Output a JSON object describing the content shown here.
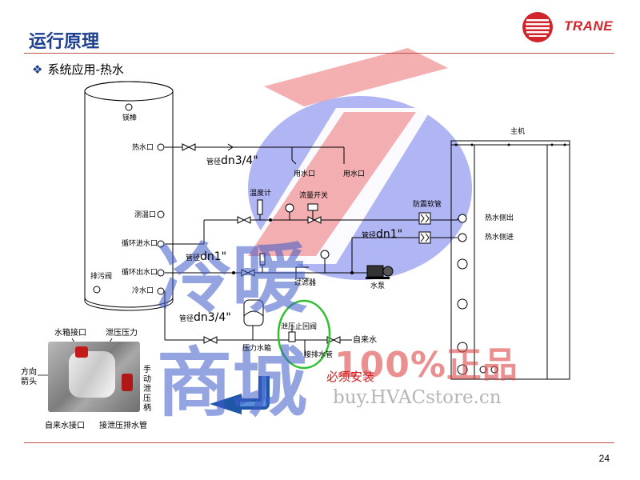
{
  "slide": {
    "title": "运行原理",
    "subtitle_bullet": "❖",
    "subtitle": "系统应用-热水",
    "page_number": "24",
    "brand": "TRANE"
  },
  "tank": {
    "magnesium_rod": "镁棒",
    "hot_water_outlet": "热水口",
    "temp_port": "测温口",
    "circ_inlet": "循环进水口",
    "circ_outlet": "循环出水口",
    "cold_water_inlet": "冷水口",
    "drain_valve": "排污阀"
  },
  "pipes": {
    "hot_pipe_prefix": "管径",
    "hot_pipe_size": "dn3/4\"",
    "circ_pipe_prefix": "管径",
    "circ_pipe_size": "dn1\"",
    "return_pipe_prefix": "管径",
    "return_pipe_size": "dn1\"",
    "cold_pipe_prefix": "管径",
    "cold_pipe_size": "dn3/4\"",
    "use_water_1": "用水口",
    "use_water_2": "用水口",
    "thermometer": "温度计",
    "flow_switch": "流量开关",
    "flex_hose": "防震软管",
    "filter": "过滤器",
    "pump": "水泵",
    "pressure_tank": "压力水箱",
    "relief_valve": "泄压止回阀",
    "drain_pipe": "接排水管",
    "tap_water": "自来水"
  },
  "unit": {
    "host": "主机",
    "hot_out": "热水侧出",
    "hot_in": "热水侧进"
  },
  "photo_labels": {
    "tank_port": "水箱接口",
    "relief_pressure": "泄压压力",
    "direction_arrow": "方向箭头",
    "manual_lever": "手动泄压柄",
    "tap_port": "自来水接口",
    "relief_drain": "接泄压排水管"
  },
  "watermark": {
    "line1": "冷暖",
    "line2": "商城",
    "percent": "100%正品",
    "must_install": "必须安装",
    "url": "buy.HVACstore.cn"
  },
  "colors": {
    "title": "#1d3f8f",
    "accent_red": "#d2242b",
    "rule": "#c0504d",
    "highlight_green": "#2fbf2f"
  }
}
